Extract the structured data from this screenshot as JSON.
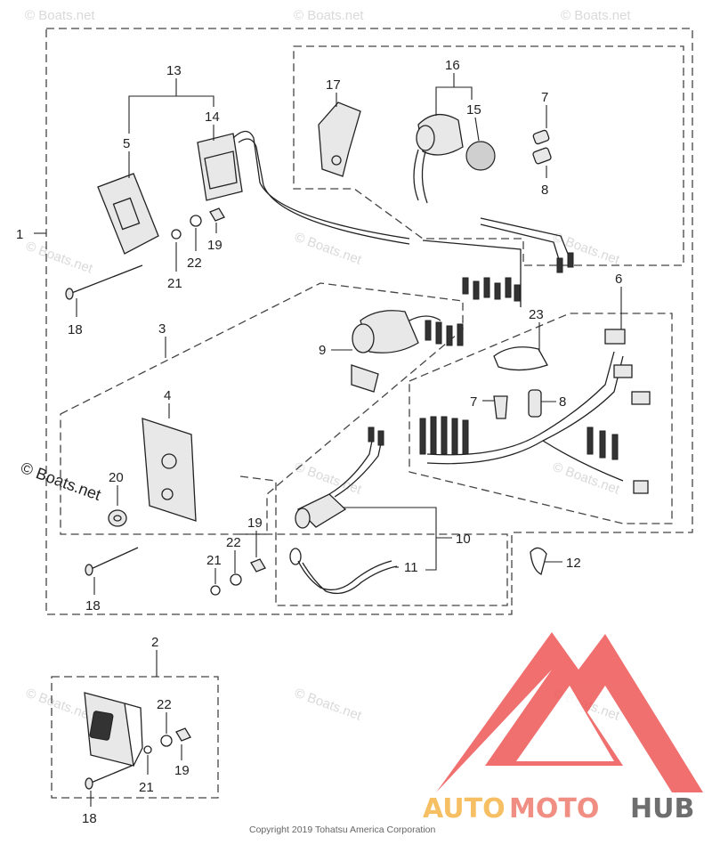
{
  "watermark": "© Boats.net",
  "watermark_big": "© Boats.net",
  "copyright": "Copyright 2019 Tohatsu America Corporation",
  "logo": {
    "auto": "AUTO",
    "moto": "MOTO",
    "hub": "HUB",
    "colors": {
      "auto": "#f5b54a",
      "moto": "#ef7b6e",
      "hub": "#555555",
      "triangle": "#ee5656"
    }
  },
  "callouts": {
    "c1": "1",
    "c2": "2",
    "c3": "3",
    "c4": "4",
    "c5": "5",
    "c6": "6",
    "c7a": "7",
    "c7b": "7",
    "c8a": "8",
    "c8b": "8",
    "c9": "9",
    "c10": "10",
    "c11": "11",
    "c12": "12",
    "c13": "13",
    "c14": "14",
    "c15": "15",
    "c16": "16",
    "c17": "17",
    "c18a": "18",
    "c18b": "18",
    "c18c": "18",
    "c19a": "19",
    "c19b": "19",
    "c19c": "19",
    "c20": "20",
    "c21a": "21",
    "c21b": "21",
    "c21c": "21",
    "c22a": "22",
    "c22b": "22",
    "c22c": "22",
    "c23": "23"
  }
}
